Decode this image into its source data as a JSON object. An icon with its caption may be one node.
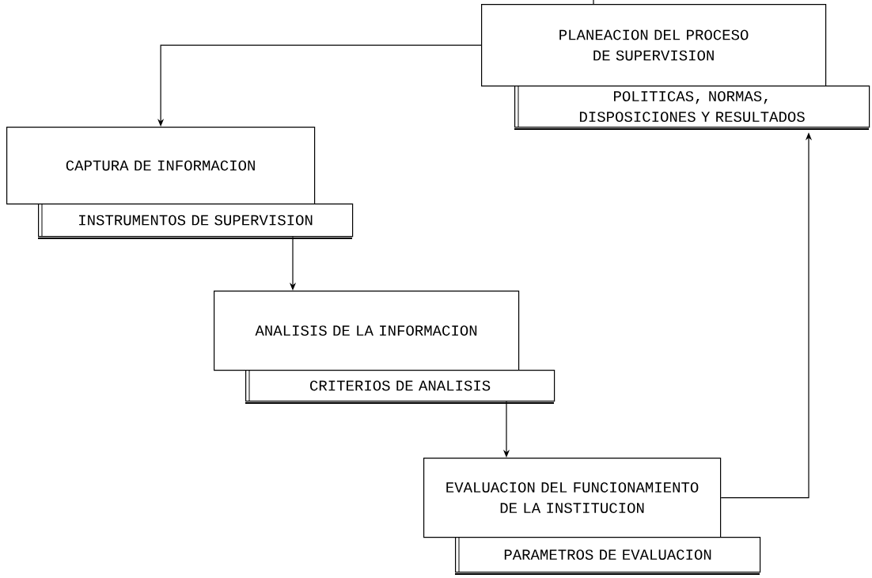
{
  "diagram": {
    "nodes": [
      {
        "text": [
          "PLANEACION DEL PROCESO DE SUPERVISION"
        ]
      },
      {
        "text": [
          "POLITICAS, NORMAS, DISPOSICIONES Y RESULTADOS"
        ]
      },
      {
        "text": [
          "CAPTURA DE INFORMACION"
        ]
      },
      {
        "text": [
          "INSTRUMENTOS DE SUPERVISION"
        ]
      },
      {
        "text": [
          "ANALISIS DE LA INFORMACION"
        ]
      },
      {
        "text": [
          "CRITERIOS DE ANALISIS"
        ]
      },
      {
        "text": [
          "EVALUACION DEL FUNCIONAMIENTO DE LA INSTITUCION"
        ]
      },
      {
        "text": [
          "PARAMETROS DE EVALUACION"
        ]
      }
    ],
    "edges": [
      {
        "from": null,
        "to": 0,
        "arrow": "none"
      },
      {
        "from": 0,
        "to": 2,
        "arrow": "to"
      },
      {
        "from": 3,
        "to": 4,
        "arrow": "to"
      },
      {
        "from": 5,
        "to": 6,
        "arrow": "to"
      },
      {
        "from": 6,
        "to": 1,
        "arrow": "to"
      }
    ]
  }
}
